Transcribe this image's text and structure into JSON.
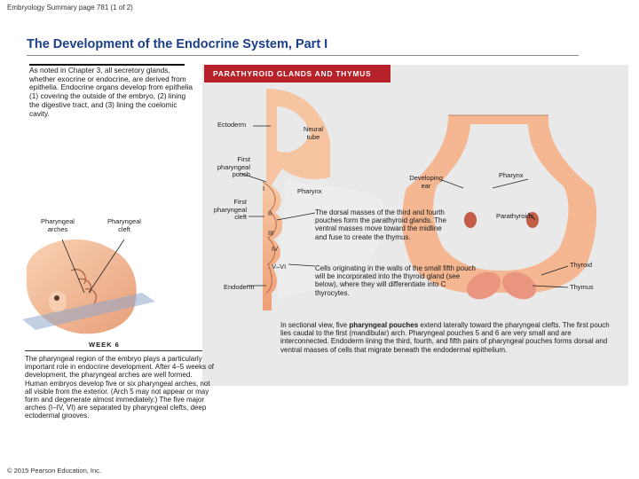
{
  "header": "Embryology Summary page 781 (1 of 2)",
  "title": "The Development of the Endocrine System, Part I",
  "intro": "As noted in Chapter 3, all secretory glands, whether exocrine or endocrine, are derived from epithelia. Endocrine organs develop from epithelia (1) covering the outside of the embryo, (2) lining the digestive tract, and (3) lining the coelomic cavity.",
  "banner": "PARATHYROID GLANDS AND THYMUS",
  "labels": {
    "ectoderm": "Ectoderm",
    "neural_tube": "Neural tube",
    "first_pouch": "First pharyngeal pouch",
    "first_cleft": "First pharyngeal cleft",
    "pharyngeal_arches": "Pharyngeal arches",
    "pharyngeal_cleft": "Pharyngeal cleft",
    "pharynx_left": "Pharynx",
    "developing_ear": "Developing ear",
    "pharynx_right": "Pharynx",
    "parathyroids": "Parathyroids",
    "thyroid": "Thyroid",
    "thymus": "Thymus",
    "endoderm": "Endoderm",
    "week": "WEEK 6"
  },
  "roman": {
    "r1": "I",
    "r2": "II",
    "r3": "III",
    "r4": "IV",
    "r56": "V–VI"
  },
  "para_dorsal": "The dorsal masses of the third and fourth pouches form the parathyroid glands. The ventral masses move toward the midline and fuse to create the thymus.",
  "para_fifth": "Cells originating in the walls of the small fifth pouch will be incorporated into the thyroid gland (see below), where they will differentiate into C thyrocytes.",
  "caption": "The pharyngeal region of the embryo plays a particularly important role in endocrine development. After 4–5 weeks of development, the pharyngeal arches are well formed. Human embryos develop five or six pharyngeal arches, not all visible from the exterior. (Arch 5 may not appear or may form and degenerate almost immediately.) The five major arches (I–IV, VI) are separated by pharyngeal clefts, deep ectodermal grooves.",
  "section_pre": "In sectional view, five ",
  "section_bold": "pharyngeal pouches",
  "section_post": " extend laterally toward the pharyngeal clefts. The first pouch lies caudal to the first (mandibular) arch. Pharyngeal pouches 5 and 6 are very small and are interconnected. Endoderm lining the third, fourth, and fifth pairs of pharyngeal pouches forms dorsal and ventral masses of cells that migrate beneath the endodermal epithelium.",
  "copyright": "© 2015 Pearson Education, Inc.",
  "colors": {
    "title": "#1c3f8a",
    "banner": "#b7222a",
    "tissue": "#f2b48a",
    "panel": "#e9e9ea"
  }
}
